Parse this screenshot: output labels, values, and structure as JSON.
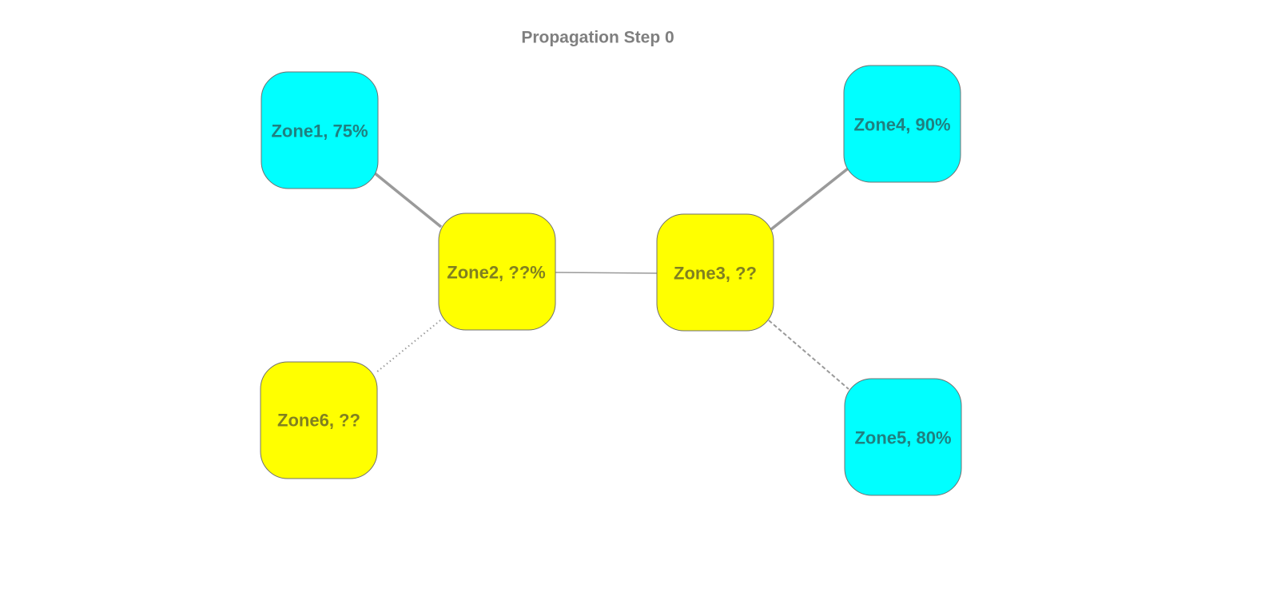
{
  "title": "Propagation Step 0",
  "colors": {
    "known_fill": "#00ffff",
    "known_text": "#1f8080",
    "unknown_fill": "#ffff00",
    "unknown_text": "#808020",
    "edge": "#9a9a9a"
  },
  "nodes": [
    {
      "id": "zone1",
      "label": "Zone1, 75%",
      "state": "known"
    },
    {
      "id": "zone2",
      "label": "Zone2, ??%",
      "state": "unknown"
    },
    {
      "id": "zone3",
      "label": "Zone3, ??",
      "state": "unknown"
    },
    {
      "id": "zone4",
      "label": "Zone4, 90%",
      "state": "known"
    },
    {
      "id": "zone5",
      "label": "Zone5, 80%",
      "state": "known"
    },
    {
      "id": "zone6",
      "label": "Zone6, ??",
      "state": "unknown"
    }
  ],
  "edges": [
    {
      "from": "zone1",
      "to": "zone2",
      "style": "solid-thick"
    },
    {
      "from": "zone2",
      "to": "zone3",
      "style": "solid-thin"
    },
    {
      "from": "zone3",
      "to": "zone4",
      "style": "solid-thick"
    },
    {
      "from": "zone3",
      "to": "zone5",
      "style": "dashed"
    },
    {
      "from": "zone2",
      "to": "zone6",
      "style": "dotted"
    }
  ]
}
